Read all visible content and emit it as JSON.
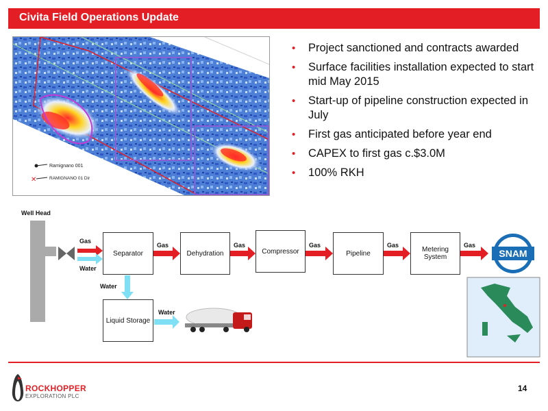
{
  "slide": {
    "title": "Civita Field Operations Update",
    "page_number": "14"
  },
  "map": {
    "well_label_1": "Ramignano 001",
    "well_label_2": "RAMIGNANO 01 Dir"
  },
  "bullets": [
    "Project sanctioned and contracts awarded",
    "Surface facilities installation expected to start mid May 2015",
    "Start-up of pipeline construction expected in July",
    "First gas anticipated before year end",
    "CAPEX to first gas c.$3.0M",
    "100% RKH"
  ],
  "diagram": {
    "well_head": "Well Head",
    "separator": "Separator",
    "dehydration": "Dehydration",
    "compressor": "Compressor",
    "pipeline": "Pipeline",
    "metering": "Metering System",
    "liquid_storage": "Liquid Storage",
    "gas_label": "Gas",
    "water_label": "Water",
    "snam": "SNAM",
    "gas_color": "#e31e24",
    "water_color": "#7fe0f5"
  },
  "logo": {
    "name": "ROCKHOPPER",
    "sub": "EXPLORATION PLC"
  },
  "colors": {
    "accent": "#e31e24"
  }
}
